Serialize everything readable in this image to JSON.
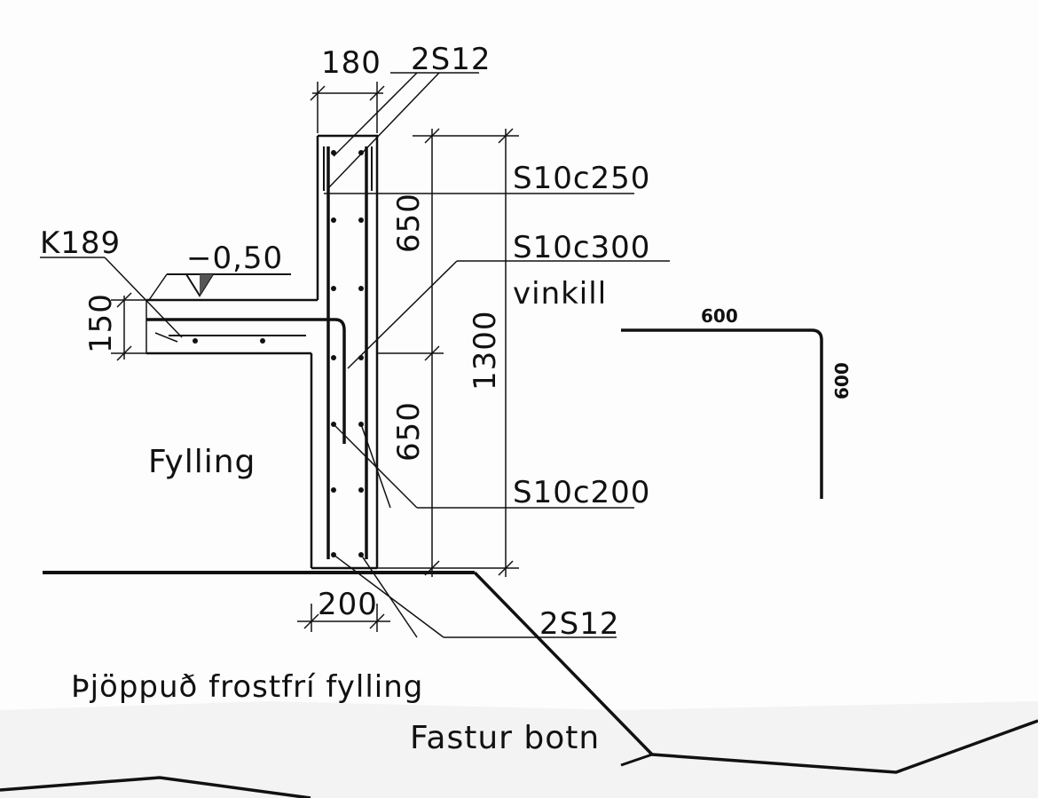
{
  "drawing": {
    "dimensions": {
      "wall_top_width": "180",
      "wall_base_width": "200",
      "height_upper": "650",
      "height_lower": "650",
      "height_total": "1300",
      "slab_thickness": "150"
    },
    "rebar": {
      "top_bars": "2S12",
      "bottom_bars": "2S12",
      "stirrup_top": "S10c250",
      "angle_bar": "S10c300",
      "angle_bar_note": "vinkill",
      "stirrup_bottom": "S10c200"
    },
    "level": {
      "slab_ref": "K189",
      "elevation": "−0,50"
    },
    "detail": {
      "leg_horizontal": "600",
      "leg_vertical": "600"
    },
    "materials": {
      "backfill": "Fylling",
      "compacted_fill": "Þjöppuð frostfrí fylling",
      "bedrock": "Fastur botn"
    }
  }
}
